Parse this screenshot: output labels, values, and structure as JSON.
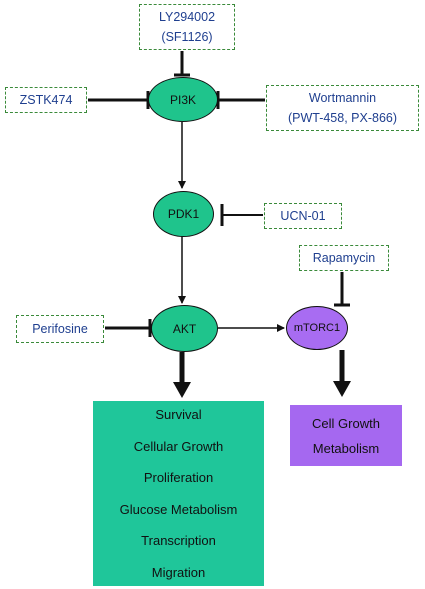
{
  "inhibitors": {
    "ly294002": {
      "line1": "LY294002",
      "line2": "(SF1126)"
    },
    "zstk474": {
      "label": "ZSTK474"
    },
    "wortmannin": {
      "line1": "Wortmannin",
      "line2": "(PWT-458, PX-866)"
    },
    "ucn01": {
      "label": "UCN-01"
    },
    "rapamycin": {
      "label": "Rapamycin"
    },
    "perifosine": {
      "label": "Perifosine"
    }
  },
  "nodes": {
    "pi3k": "PI3K",
    "pdk1": "PDK1",
    "akt": "AKT",
    "mtorc1": "mTORC1"
  },
  "outputs": {
    "akt": [
      "Survival",
      "Cellular Growth",
      "Proliferation",
      "Glucose Metabolism",
      "Transcription",
      "Migration"
    ],
    "mtorc1": [
      "Cell Growth",
      "Metabolism"
    ]
  },
  "colors": {
    "node_green": "#1fc48c",
    "node_purple": "#a86cf2",
    "output_teal": "#1fc69a",
    "output_violet": "#a568f0",
    "inhibitor_text": "#1f3f8f",
    "inhibitor_border": "#3a8a3a"
  }
}
